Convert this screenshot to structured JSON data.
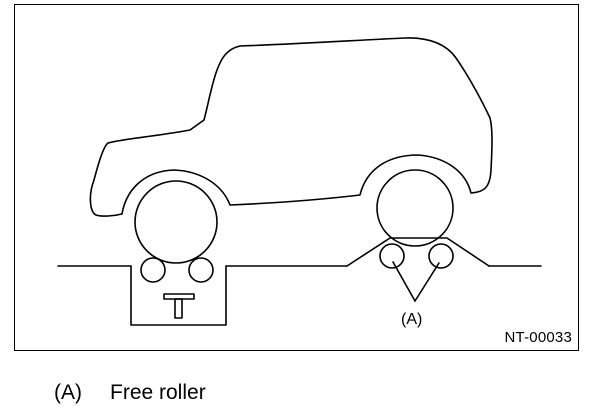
{
  "figure": {
    "callout_label": "(A)",
    "reference_code": "NT-00033"
  },
  "legend": {
    "key": "(A)",
    "description": "Free roller"
  }
}
